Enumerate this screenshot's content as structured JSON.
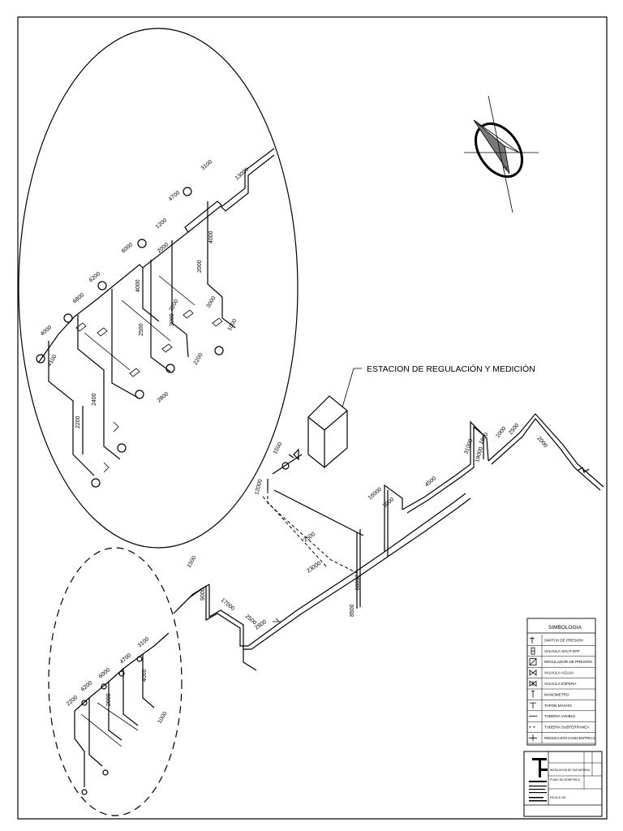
{
  "station_label": "ESTACION DE REGULACIÓN Y MEDICIÓN",
  "dimensions": {
    "main_route": [
      "1500",
      "12000",
      "2500",
      "23000",
      "16000",
      "3000",
      "4500",
      "31000",
      "19000",
      "1800",
      "1000",
      "2500",
      "2000",
      "25000",
      "8500",
      "2800",
      "2500",
      "17000",
      "9000",
      "1500"
    ],
    "detail_large": [
      "3100",
      "4700",
      "6000",
      "6200",
      "6800",
      "4000",
      "13000",
      "2000",
      "4000",
      "2000",
      "3000",
      "1200",
      "4000",
      "2200",
      "3000",
      "1000",
      "2200",
      "2800",
      "2400",
      "2200",
      "2500",
      "4100"
    ],
    "detail_small": [
      "3100",
      "4700",
      "6000",
      "6200",
      "4000",
      "2000",
      "1000",
      "2200"
    ]
  },
  "legend": {
    "title": "SIMBOLOGIA",
    "items": [
      {
        "icon": "pressure-switch-icon",
        "label": "SWITCH DE PRESION"
      },
      {
        "icon": "shutoff-valve-icon",
        "label": "VALVULA SHUT-OFF"
      },
      {
        "icon": "pressure-regulator-icon",
        "label": "REGULADOR DE PRESION"
      },
      {
        "icon": "relief-valve-icon",
        "label": "VALVULA AGUJA"
      },
      {
        "icon": "ball-valve-icon",
        "label": "VALVULA ESFERA"
      },
      {
        "icon": "manometer-icon",
        "label": "MANOMETRO"
      },
      {
        "icon": "cap-icon",
        "label": "TAPON MACHO"
      },
      {
        "icon": "visible-pipe-icon",
        "label": "TUBERIA VISIBLE"
      },
      {
        "icon": "underground-pipe-icon",
        "label": "TUBERIA SUBTERRANEA"
      },
      {
        "icon": "concentric-reduction-icon",
        "label": "REDUCCION CONCENTRICA"
      }
    ]
  },
  "title_block": {
    "lines": [
      "INSTALACION DE GAS NATURAL",
      "PLANO DE ISOMETRICO",
      "ESCALA: S/E"
    ]
  }
}
